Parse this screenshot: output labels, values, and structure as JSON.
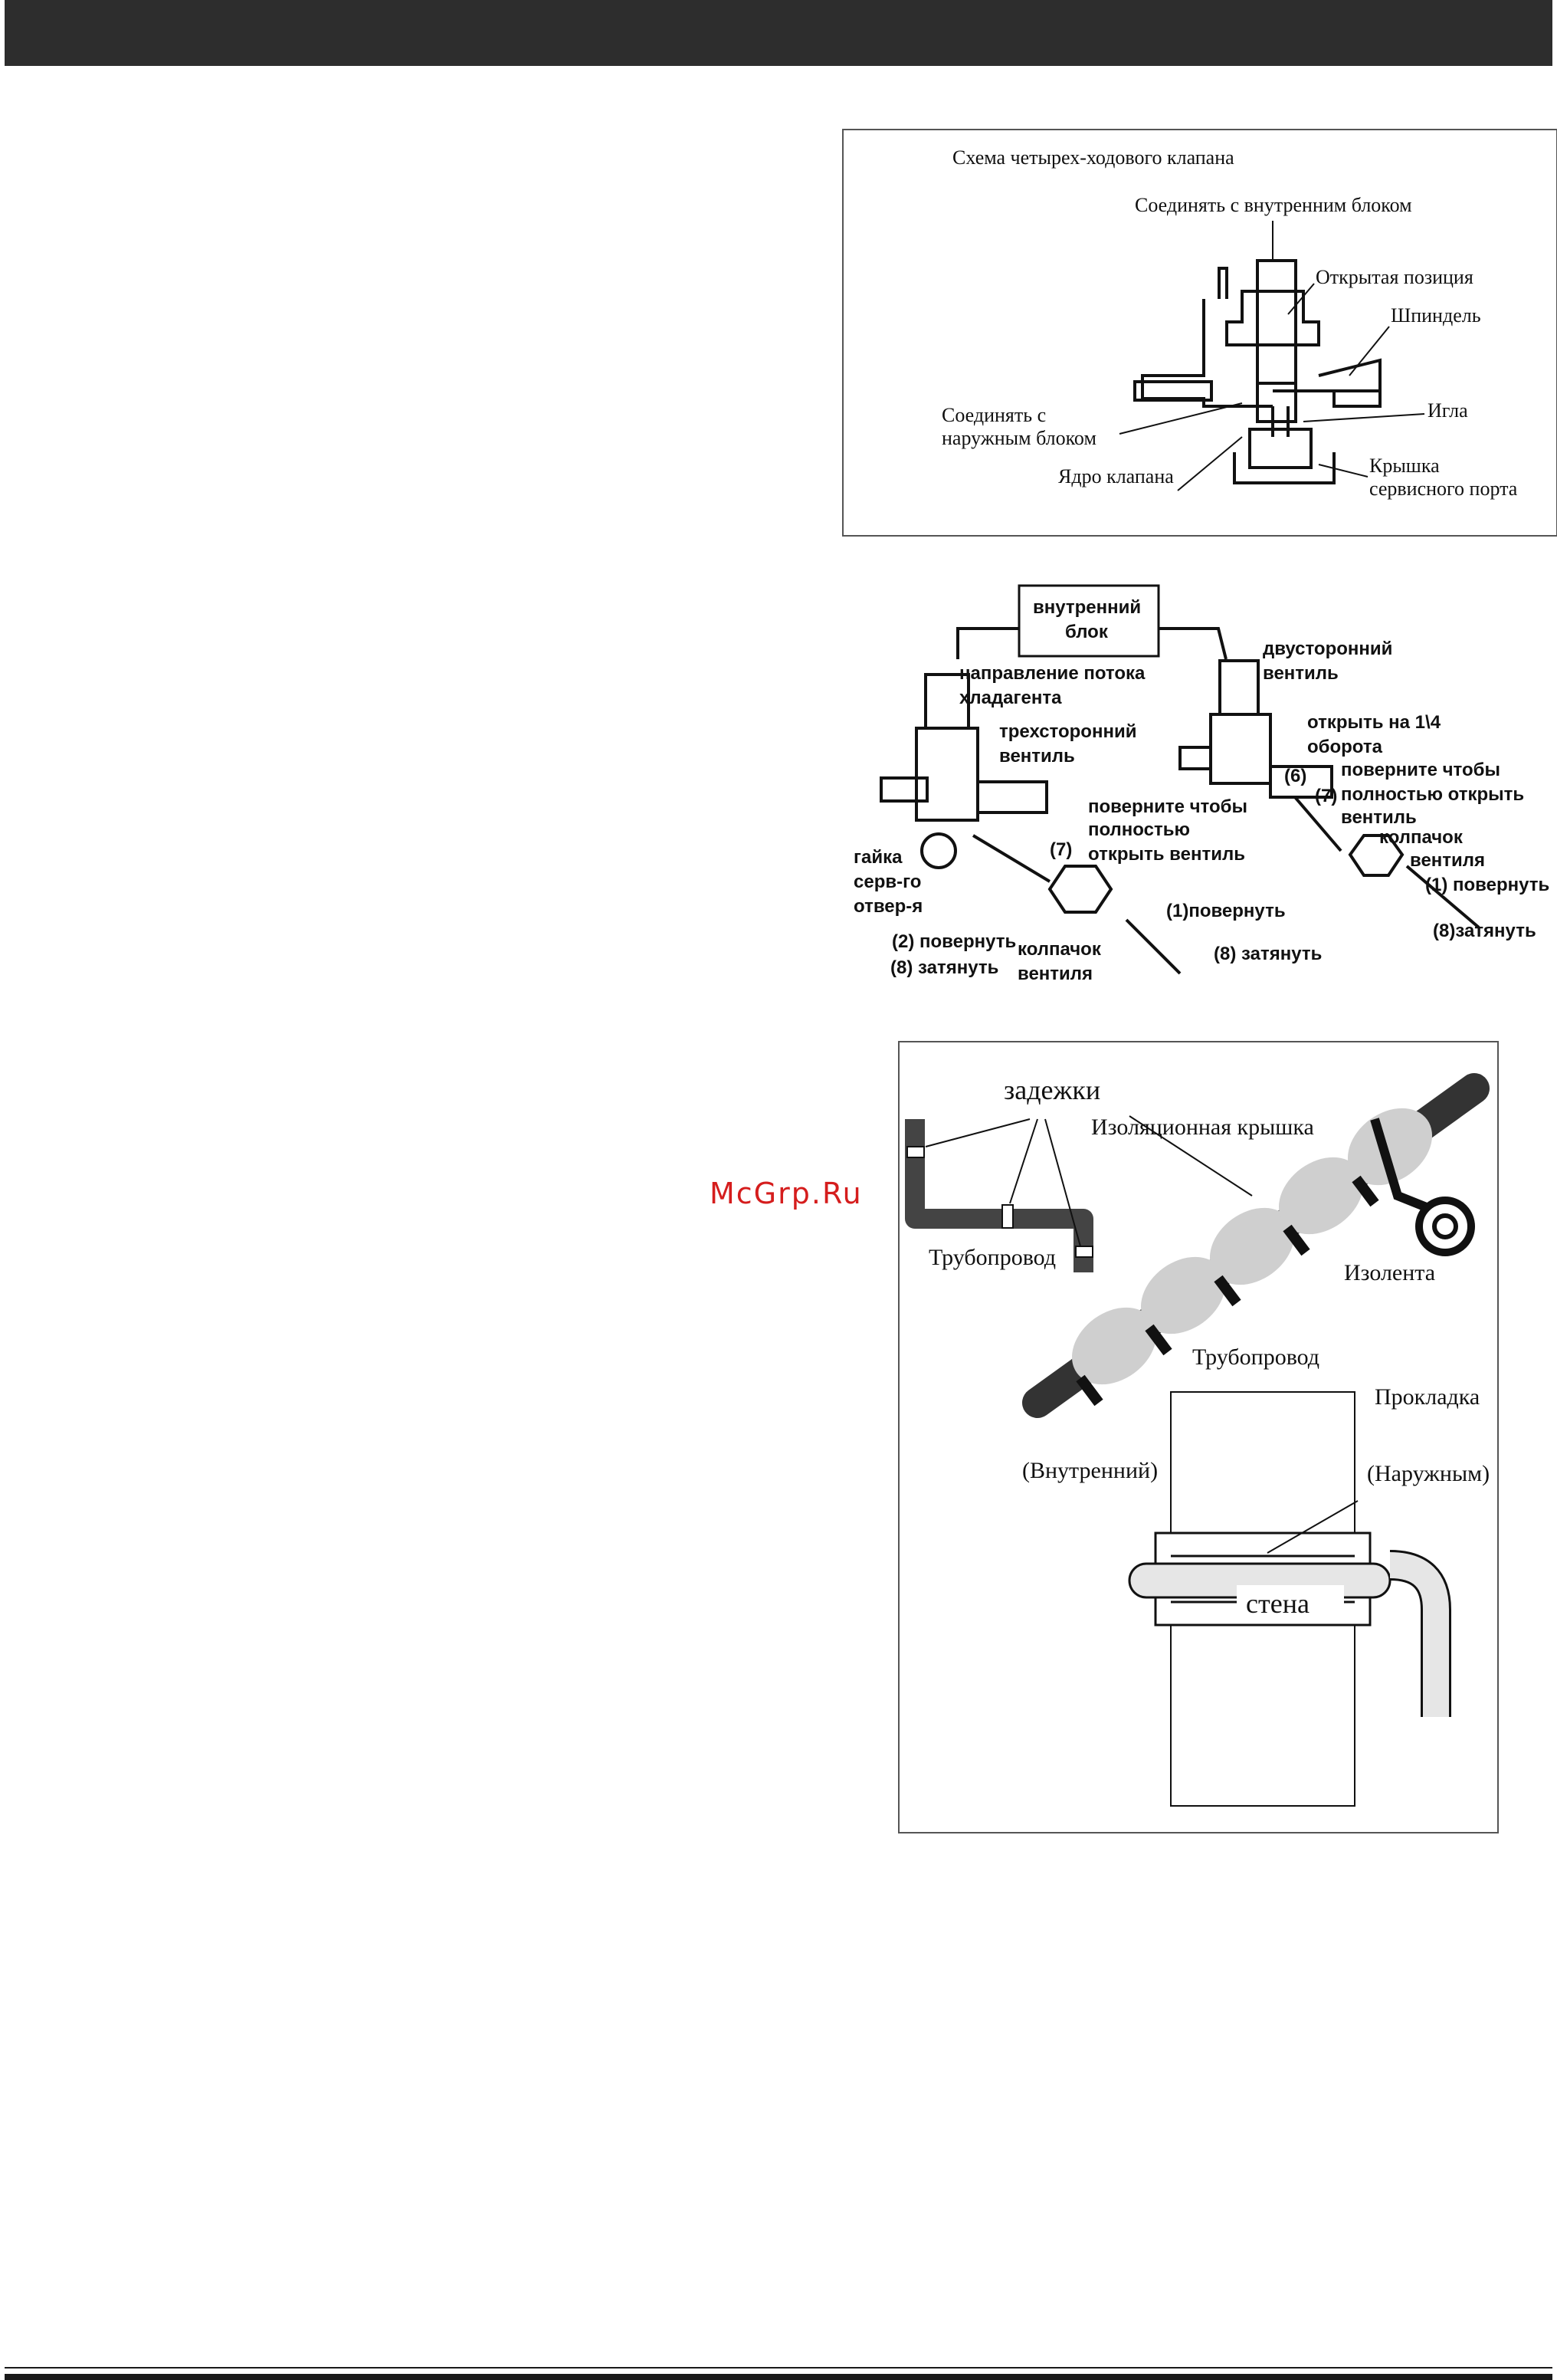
{
  "watermark": "McGrp.Ru",
  "figure1": {
    "title": "Схема четырех-ходового клапана",
    "labels": {
      "connect_indoor": "Соединять с внутренним блоком",
      "open_position": "Открытая позиция",
      "spindle": "Шпиндель",
      "connect_outdoor_1": "Соединять с",
      "connect_outdoor_2": "наружным блоком",
      "needle": "Игла",
      "valve_core": "Ядро клапана",
      "service_cap_1": "Крышка",
      "service_cap_2": "сервисного порта"
    }
  },
  "figure2": {
    "labels": {
      "indoor_unit_1": "внутренний",
      "indoor_unit_2": "блок",
      "flow_dir_1": "направление потока",
      "flow_dir_2": "хладагента",
      "three_way_1": "трехсторонний",
      "three_way_2": "вентиль",
      "two_way_1": "двусторонний",
      "two_way_2": "вентиль",
      "open_quarter_1": "открыть на 1\\4",
      "open_quarter_2": "оборота",
      "step6": "(6)",
      "step7_right": "(7)",
      "turn_open_r1": "поверните чтобы",
      "turn_open_r2": "полностью открыть",
      "turn_open_r3": "вентиль",
      "cap_r1": "колпачок",
      "cap_r2": "вентиля",
      "turn1_right": "(1) повернуть",
      "tighten8_right": "(8)затянуть",
      "turn_open_c1": "поверните чтобы",
      "turn_open_c2": "полностью",
      "turn_open_c3": "открыть вентиль",
      "step7_center": "(7)",
      "nut_1": "гайка",
      "nut_2": "серв-го",
      "nut_3": "отвер-я",
      "turn2": "(2) повернуть",
      "tighten8_left": "(8) затянуть",
      "cap_c1": "колпачок",
      "cap_c2": "вентиля",
      "turn1_center": "(1)повернуть",
      "tighten8_center": "(8) затянуть"
    }
  },
  "figure3": {
    "labels": {
      "clamps": "задежки",
      "insulation_cover": "Изоляционная крышка",
      "pipe_small": "Трубопровод",
      "tape": "Изолента",
      "pipe_main": "Трубопровод",
      "gasket": "Прокладка",
      "indoor": "(Внутренний)",
      "outdoor": "(Наружным)",
      "wall": "стена"
    }
  }
}
